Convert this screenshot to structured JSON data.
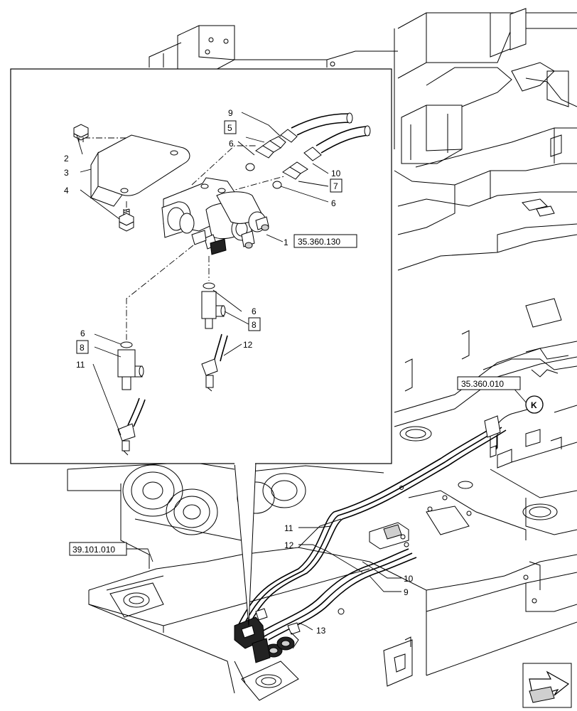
{
  "callouts": {
    "c1": "1",
    "c2": "2",
    "c3": "3",
    "c4": "4",
    "c5": "5",
    "c6a": "6",
    "c6b": "6",
    "c6c": "6",
    "c6d": "6",
    "c7": "7",
    "c8a": "8",
    "c8b": "8",
    "c9a": "9",
    "c9b": "9",
    "c10a": "10",
    "c10b": "10",
    "c11a": "11",
    "c11b": "11",
    "c12a": "12",
    "c12b": "12",
    "c13": "13"
  },
  "references": {
    "solenoid_ref": "35.360.130",
    "frame_ref": "39.101.010",
    "connector_ref": "35.360.010",
    "connector_letter": "K"
  }
}
